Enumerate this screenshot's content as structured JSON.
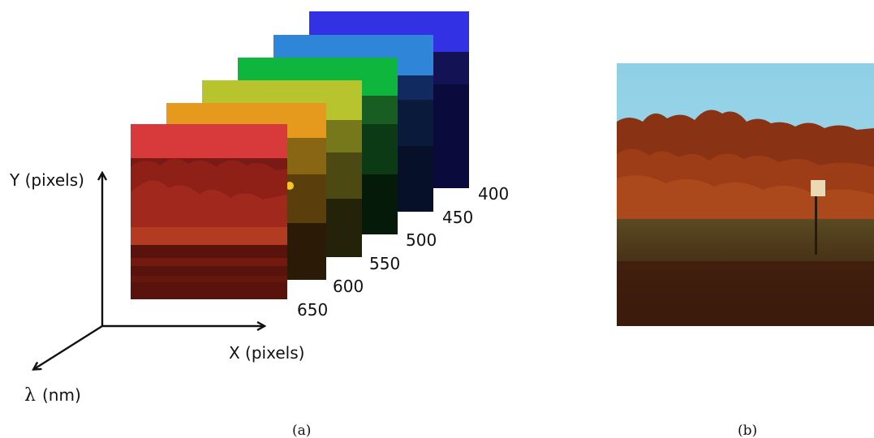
{
  "panel_a": {
    "axes": {
      "y_label": "Y (pixels)",
      "x_label": "X (pixels)",
      "lambda_symbol": "λ",
      "lambda_unit": "(nm)"
    },
    "bands": [
      {
        "wavelength": "400",
        "color": "#2a22d8"
      },
      {
        "wavelength": "450",
        "color": "#2f86d8"
      },
      {
        "wavelength": "500",
        "color": "#0fb63e"
      },
      {
        "wavelength": "550",
        "color": "#b7c42e"
      },
      {
        "wavelength": "600",
        "color": "#e59a1d"
      },
      {
        "wavelength": "650",
        "color": "#c9282a"
      }
    ],
    "caption": "(a)"
  },
  "panel_b": {
    "caption": "(b)",
    "sky_color": "#8fcde4",
    "foliage_color": "#8a3214",
    "grass_color": "#5a4320"
  }
}
